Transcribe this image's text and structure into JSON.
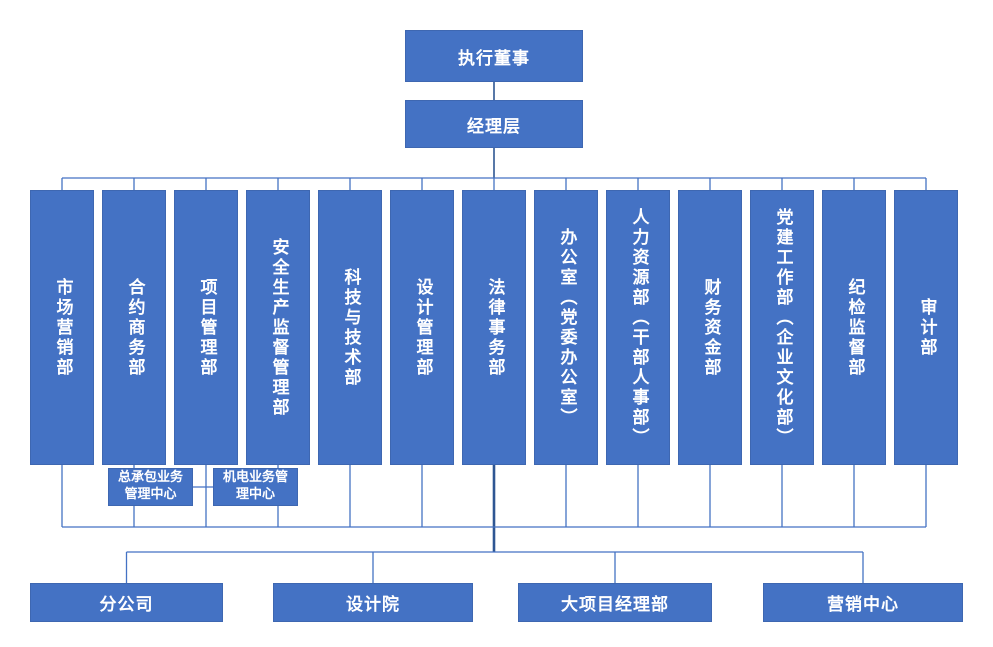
{
  "org_chart": {
    "type": "org-tree",
    "executive": "执行董事",
    "management": "经理层",
    "departments": [
      "市场营销部",
      "合约商务部",
      "项目管理部",
      "安全生产监督管理部",
      "科技与技术部",
      "设计管理部",
      "法律事务部",
      "办公室（党委办公室）",
      "人力资源部（干部人事部）",
      "财务资金部",
      "党建工作部（企业文化部）",
      "纪检监督部",
      "审计部"
    ],
    "business_centers": [
      "总承包业务管理中心",
      "机电业务管理中心"
    ],
    "subordinate_units": [
      "分公司",
      "设计院",
      "大项目经理部",
      "营销中心"
    ],
    "colors": {
      "box_fill": "#4472C4",
      "box_border": "#3E67B1",
      "box_text": "#FFFFFF",
      "connector": "#4472C4",
      "connector_dark": "#2E5693",
      "background": "#FFFFFF"
    }
  }
}
